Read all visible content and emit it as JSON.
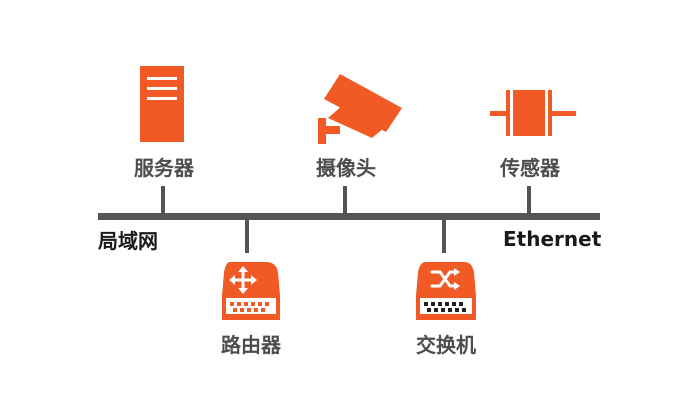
{
  "network": {
    "lan_label": "局域网",
    "ethernet_label": "Ethernet"
  },
  "devices": {
    "server": "服务器",
    "camera": "摄像头",
    "sensor": "传感器",
    "router": "路由器",
    "switch": "交换机"
  },
  "colors": {
    "accent": "#f15a24",
    "bus": "#555555",
    "label": "#4d4d4d"
  },
  "icons": {
    "server": "server-icon",
    "camera": "security-camera-icon",
    "sensor": "sensor-icon",
    "router": "router-icon",
    "switch": "switch-icon"
  }
}
